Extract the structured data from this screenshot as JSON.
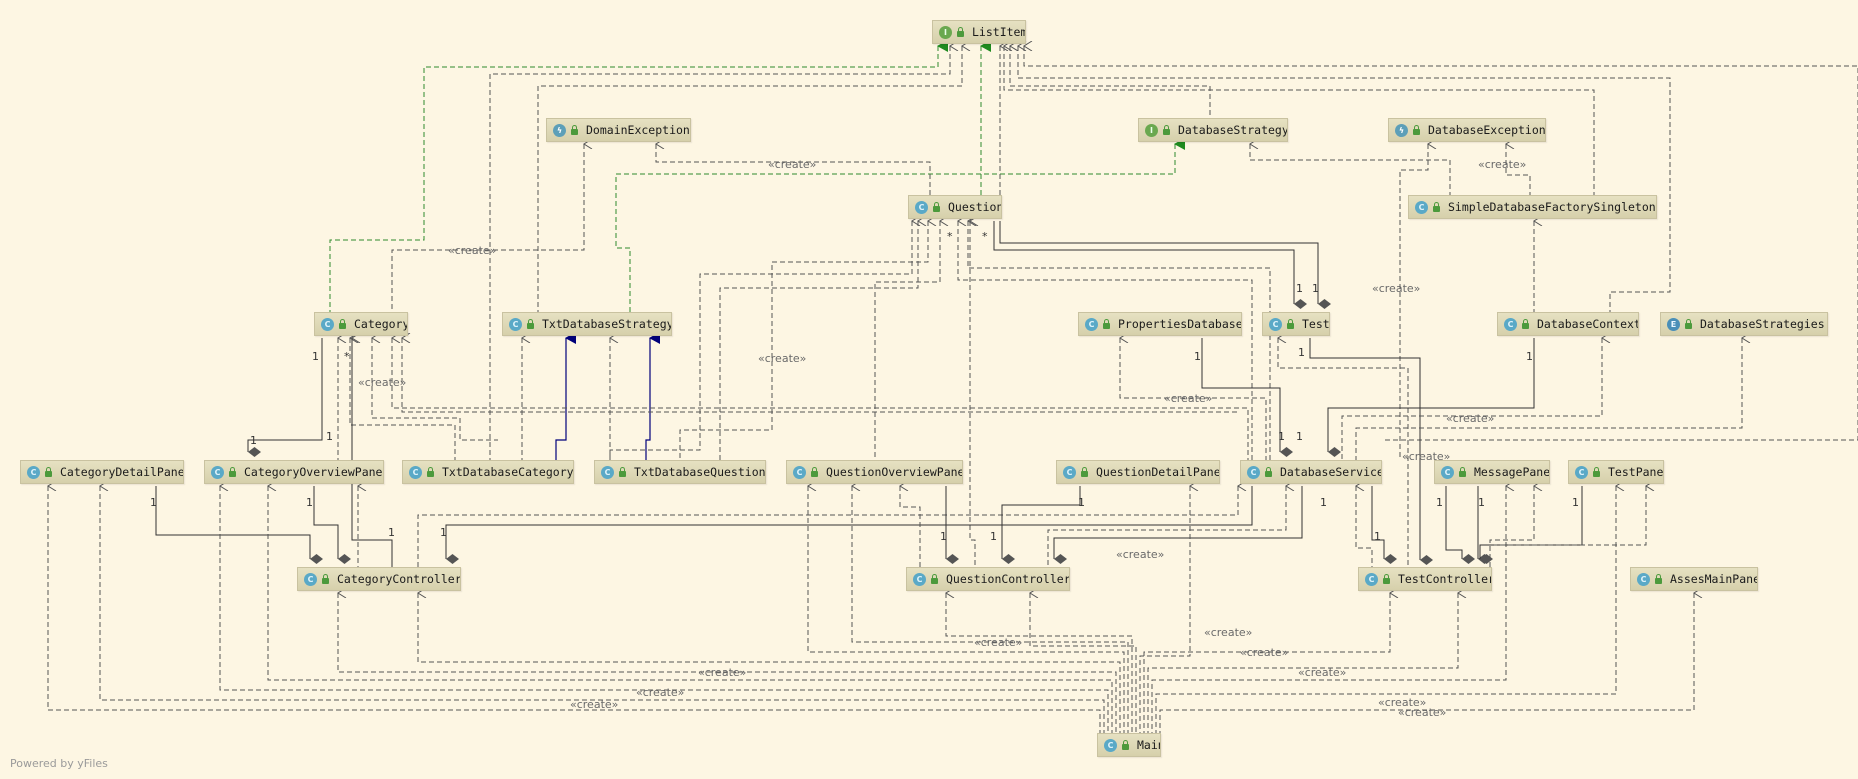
{
  "nodes": {
    "listitem": {
      "kind": "I",
      "label": "ListItem"
    },
    "domainexception": {
      "kind": "X",
      "label": "DomainException"
    },
    "databasestrategy": {
      "kind": "I",
      "label": "DatabaseStrategy"
    },
    "databaseexception": {
      "kind": "X",
      "label": "DatabaseException"
    },
    "question": {
      "kind": "C",
      "label": "Question"
    },
    "simpledatabasefactorysingleton": {
      "kind": "C",
      "label": "SimpleDatabaseFactorySingleton"
    },
    "category": {
      "kind": "C",
      "label": "Category"
    },
    "txtdatabasestrategy": {
      "kind": "C",
      "label": "TxtDatabaseStrategy"
    },
    "propertiesdatabase": {
      "kind": "C",
      "label": "PropertiesDatabase"
    },
    "test": {
      "kind": "C",
      "label": "Test"
    },
    "databasecontext": {
      "kind": "C",
      "label": "DatabaseContext"
    },
    "databasestrategies": {
      "kind": "E",
      "label": "DatabaseStrategies"
    },
    "categorydetailpanel": {
      "kind": "C",
      "label": "CategoryDetailPanel"
    },
    "categoryoverviewpanel": {
      "kind": "C",
      "label": "CategoryOverviewPanel"
    },
    "txtdatabasecategory": {
      "kind": "C",
      "label": "TxtDatabaseCategory"
    },
    "txtdatabasequestion": {
      "kind": "C",
      "label": "TxtDatabaseQuestion"
    },
    "questionoverviewpanel": {
      "kind": "C",
      "label": "QuestionOverviewPanel"
    },
    "questiondetailpanel": {
      "kind": "C",
      "label": "QuestionDetailPanel"
    },
    "databaseservice": {
      "kind": "C",
      "label": "DatabaseService"
    },
    "messagepanel": {
      "kind": "C",
      "label": "MessagePanel"
    },
    "testpanel": {
      "kind": "C",
      "label": "TestPanel"
    },
    "categorycontroller": {
      "kind": "C",
      "label": "CategoryController"
    },
    "questioncontroller": {
      "kind": "C",
      "label": "QuestionController"
    },
    "testcontroller": {
      "kind": "C",
      "label": "TestController"
    },
    "assesmainpanel": {
      "kind": "C",
      "label": "AssesMainPanel"
    },
    "main": {
      "kind": "C",
      "label": "Main"
    }
  },
  "edge_labels": {
    "create": "«create»",
    "one": "1",
    "many": "*"
  },
  "footer": {
    "powered_by": "Powered by yFiles"
  },
  "colors": {
    "background": "#fdf6e3",
    "dependency": "#555555",
    "realization": "#2e8b2e",
    "inheritance": "#00007a",
    "association": "#333333"
  }
}
